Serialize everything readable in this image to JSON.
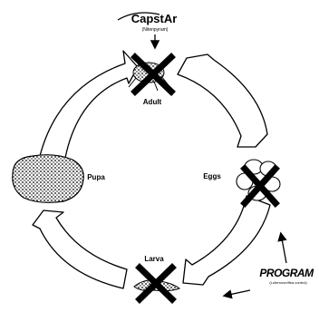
{
  "diagram": {
    "capstar": {
      "name": "CapstAr",
      "subtitle": "(Nitenpyram)"
    },
    "stages": {
      "adult": "Adult",
      "eggs": "Eggs",
      "larva": "Larva",
      "pupa": "Pupa"
    },
    "program": {
      "name": "PROGRAM",
      "subtitle": "(Lufenuron/flea control)"
    },
    "colors": {
      "line": "#000000",
      "arrow": "#ffffff",
      "mark": "#000000"
    },
    "icons": [
      "flea-icon",
      "egg-cluster-icon",
      "larva-icon",
      "pupa-cocoon-icon",
      "x-mark-icon"
    ]
  }
}
